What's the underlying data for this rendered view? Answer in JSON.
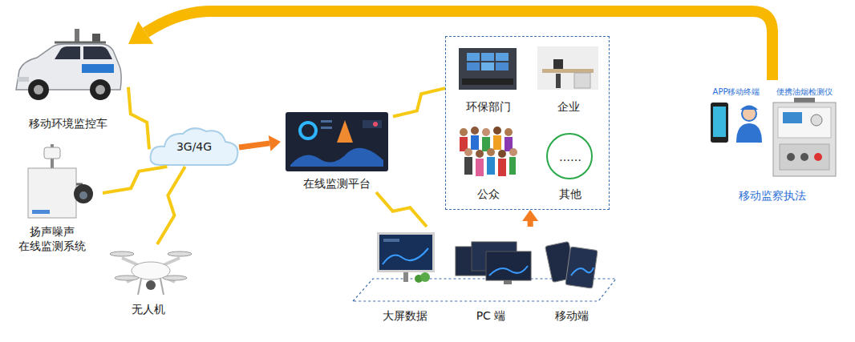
{
  "diagram": {
    "nodes": [
      {
        "text": [
          "移动环境监控车"
        ]
      },
      {
        "text": [
          "扬声噪声 在线监测系统"
        ]
      },
      {
        "text": [
          "无人机"
        ]
      },
      {
        "text": [
          "3G/4G"
        ]
      },
      {
        "text": [
          "在线监测平台"
        ]
      },
      {
        "text": []
      },
      {
        "text": [
          "环保部门"
        ],
        "in": 5
      },
      {
        "text": [
          "企业"
        ],
        "in": 5
      },
      {
        "text": [
          "公众"
        ],
        "in": 5
      },
      {
        "text": [
          "……",
          "其他"
        ],
        "in": 5
      },
      {
        "text": []
      },
      {
        "text": [
          "大屏数据"
        ],
        "in": 10
      },
      {
        "text": [
          "PC 端"
        ],
        "in": 10
      },
      {
        "text": [
          "移动端"
        ],
        "in": 10
      },
      {
        "text": [
          "移动监察执法"
        ]
      },
      {
        "text": [
          "APP移动终端"
        ],
        "in": 14
      },
      {
        "text": [
          "便携油烟检测仪"
        ],
        "in": 14
      }
    ],
    "edges": [
      {
        "from": 0,
        "to": 3,
        "arrow": "none"
      },
      {
        "from": 1,
        "to": 3,
        "arrow": "none"
      },
      {
        "from": 2,
        "to": 3,
        "arrow": "none"
      },
      {
        "from": 3,
        "to": 4,
        "arrow": "to"
      },
      {
        "from": 4,
        "to": 5,
        "arrow": "none"
      },
      {
        "from": 4,
        "to": 10,
        "arrow": "none"
      },
      {
        "from": 10,
        "to": 5,
        "arrow": "to"
      },
      {
        "from": 14,
        "to": 0,
        "arrow": "to"
      }
    ]
  }
}
